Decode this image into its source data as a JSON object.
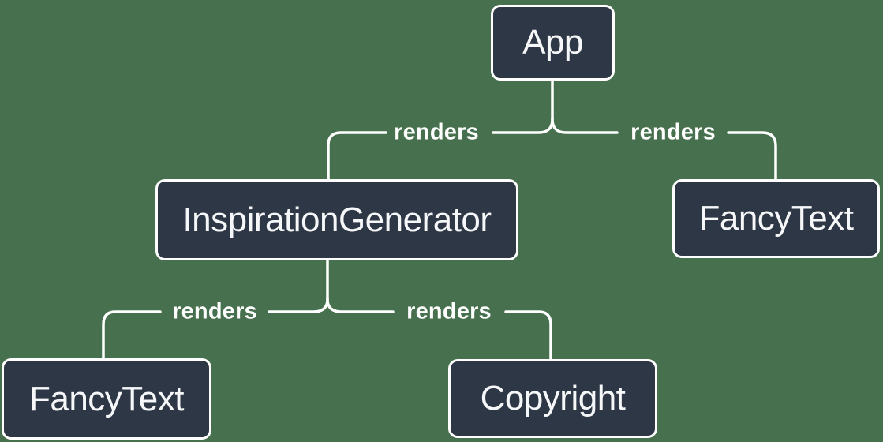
{
  "diagram": {
    "kind": "react-component-render-tree",
    "colors": {
      "background": "#47714E",
      "node_fill": "#2E3745",
      "node_border": "#FFFFFF",
      "node_text": "#F6F7F9",
      "edge_stroke": "#FFFFFF",
      "edge_label_text": "#FFFFFF"
    },
    "nodes": [
      {
        "id": "app",
        "label": "App"
      },
      {
        "id": "inspiration-generator",
        "label": "InspirationGenerator"
      },
      {
        "id": "fancy-text-top",
        "label": "FancyText"
      },
      {
        "id": "fancy-text-bottom",
        "label": "FancyText"
      },
      {
        "id": "copyright",
        "label": "Copyright"
      }
    ],
    "edges": [
      {
        "from": "App",
        "to": "InspirationGenerator",
        "label": "renders"
      },
      {
        "from": "App",
        "to": "FancyText",
        "label": "renders"
      },
      {
        "from": "InspirationGenerator",
        "to": "FancyText",
        "label": "renders"
      },
      {
        "from": "InspirationGenerator",
        "to": "Copyright",
        "label": "renders"
      }
    ]
  }
}
